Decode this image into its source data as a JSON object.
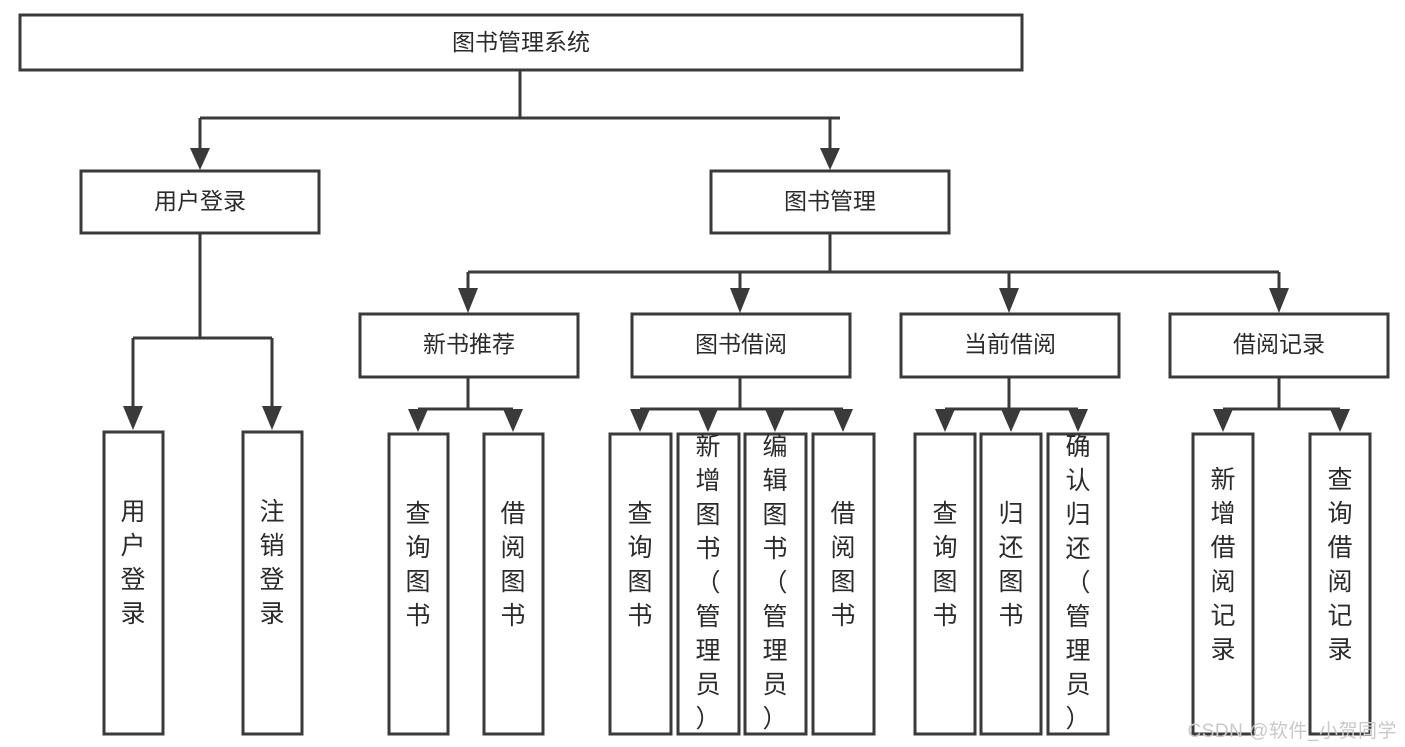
{
  "diagram": {
    "type": "tree",
    "title": "图书管理系统",
    "root": {
      "label": "图书管理系统"
    },
    "level1": [
      {
        "label": "用户登录"
      },
      {
        "label": "图书管理"
      }
    ],
    "level2": [
      {
        "label": "新书推荐",
        "parent": "图书管理"
      },
      {
        "label": "图书借阅",
        "parent": "图书管理"
      },
      {
        "label": "当前借阅",
        "parent": "图书管理"
      },
      {
        "label": "借阅记录",
        "parent": "图书管理"
      }
    ],
    "leaves": {
      "user_login": [
        {
          "label": "用户登录"
        },
        {
          "label": "注销登录"
        }
      ],
      "new_book_recommend": [
        {
          "label": "查询图书"
        },
        {
          "label": "借阅图书"
        }
      ],
      "book_borrow": [
        {
          "label": "查询图书"
        },
        {
          "label": "新增图书（管理员）"
        },
        {
          "label": "编辑图书（管理员）"
        },
        {
          "label": "借阅图书"
        }
      ],
      "current_borrow": [
        {
          "label": "查询图书"
        },
        {
          "label": "归还图书"
        },
        {
          "label": "确认归还（管理员）"
        }
      ],
      "borrow_record": [
        {
          "label": "新增借阅记录"
        },
        {
          "label": "查询借阅记录"
        }
      ]
    }
  },
  "watermark": {
    "text": "CSDN @软件_小贺同学"
  },
  "colors": {
    "stroke": "#3a3a3a",
    "text": "#2b2b2b",
    "background": "#ffffff",
    "watermark": "#c9c9c9"
  }
}
